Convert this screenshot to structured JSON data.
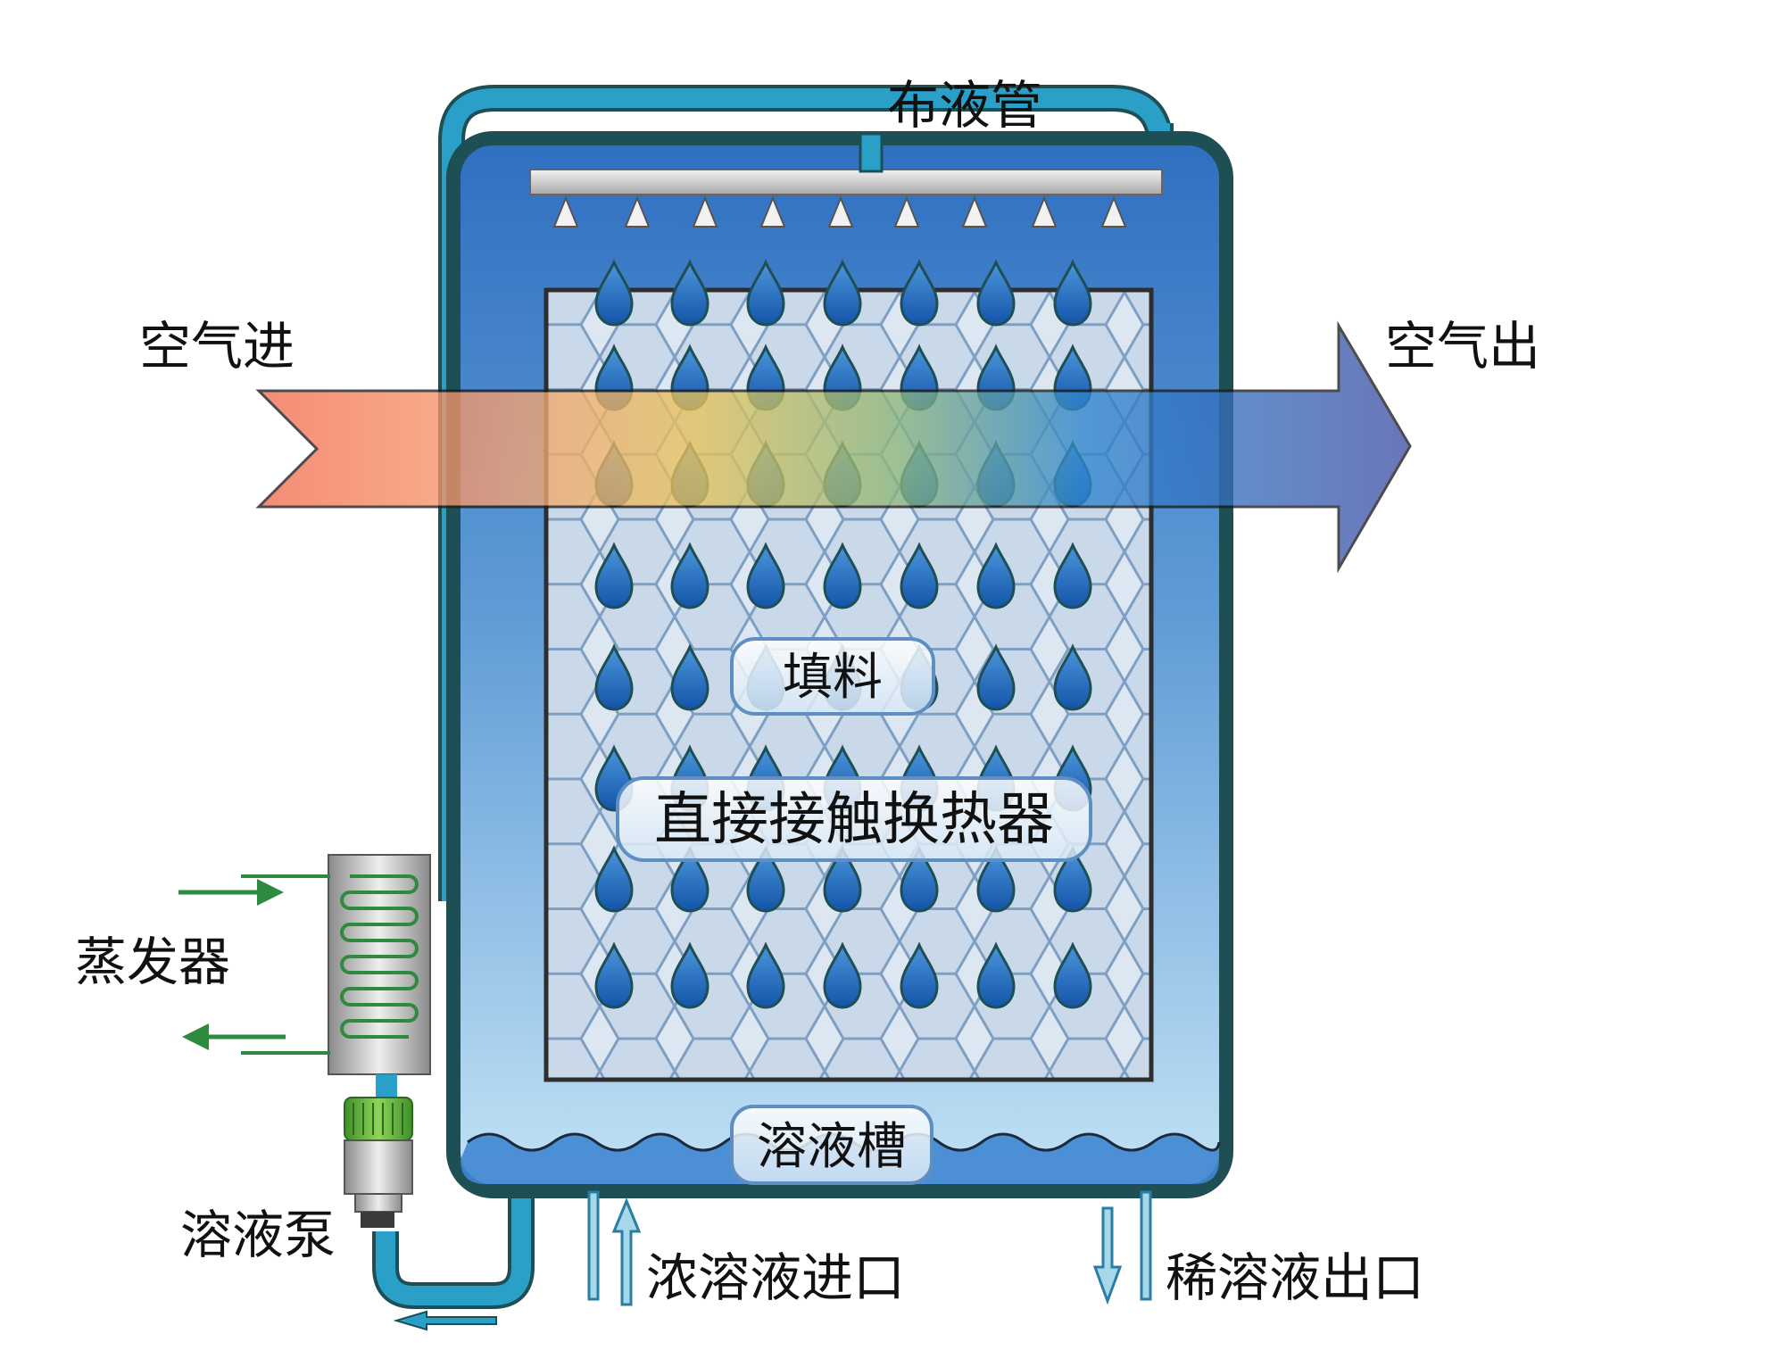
{
  "labels": {
    "distributor": "布液管",
    "air_in": "空气进",
    "air_out": "空气出",
    "packing": "填料",
    "exchanger": "直接接触换热器",
    "sump": "溶液槽",
    "evaporator": "蒸发器",
    "pump": "溶液泵",
    "strong_inlet": "浓溶液进口",
    "weak_outlet": "稀溶液出口"
  },
  "colors": {
    "vessel_outline": "#1e4f55",
    "vessel_fill_top": "#2f73c2",
    "vessel_fill_bottom": "#bfe0f4",
    "pipe": "#2aa0c8",
    "air_hot": "#f36f52",
    "air_mid": "#e6c75a",
    "air_cold": "#3f53a6",
    "refrigerant_arrow": "#2e8a3e",
    "droplet": "#1f64b8"
  }
}
